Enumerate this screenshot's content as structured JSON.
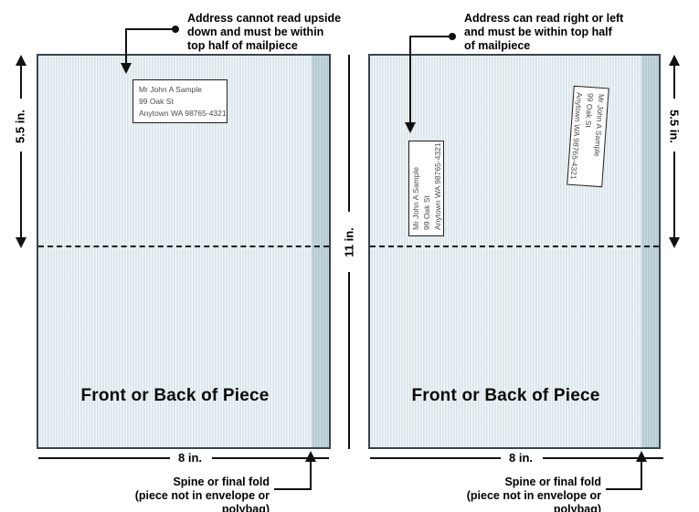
{
  "colors": {
    "panel-fill": "#e0eaef",
    "panel-border": "#36454d",
    "spine-stripe": "#b6cbd3",
    "ink": "#111111",
    "address-text": "#4c4c4c"
  },
  "address": {
    "line1": "Mr John A Sample",
    "line2": "99 Oak St",
    "line3": "Anytown WA 98765-4321"
  },
  "panels": {
    "left": {
      "caption": "Front or Back of Piece"
    },
    "right": {
      "caption": "Front or Back of Piece"
    }
  },
  "dimensions": {
    "half_height": "5.5 in.",
    "full_height": "11 in.",
    "width": "8 in."
  },
  "annotations": {
    "upside": {
      "line1": "Address cannot read upside",
      "line2": "down and must be within",
      "line3": "top half of mailpiece"
    },
    "rightleft": {
      "line1": "Address can read right or left",
      "line2": "and must be within top half",
      "line3": "of mailpiece"
    },
    "spine": {
      "line1": "Spine or final fold",
      "line2": "(piece not in envelope or polybag)"
    }
  }
}
